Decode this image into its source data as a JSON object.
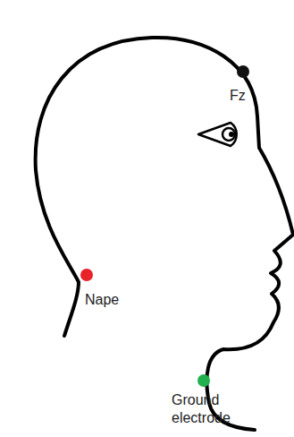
{
  "diagram": {
    "labels": [
      "Fz",
      "Nape",
      "Ground electrode"
    ]
  }
}
